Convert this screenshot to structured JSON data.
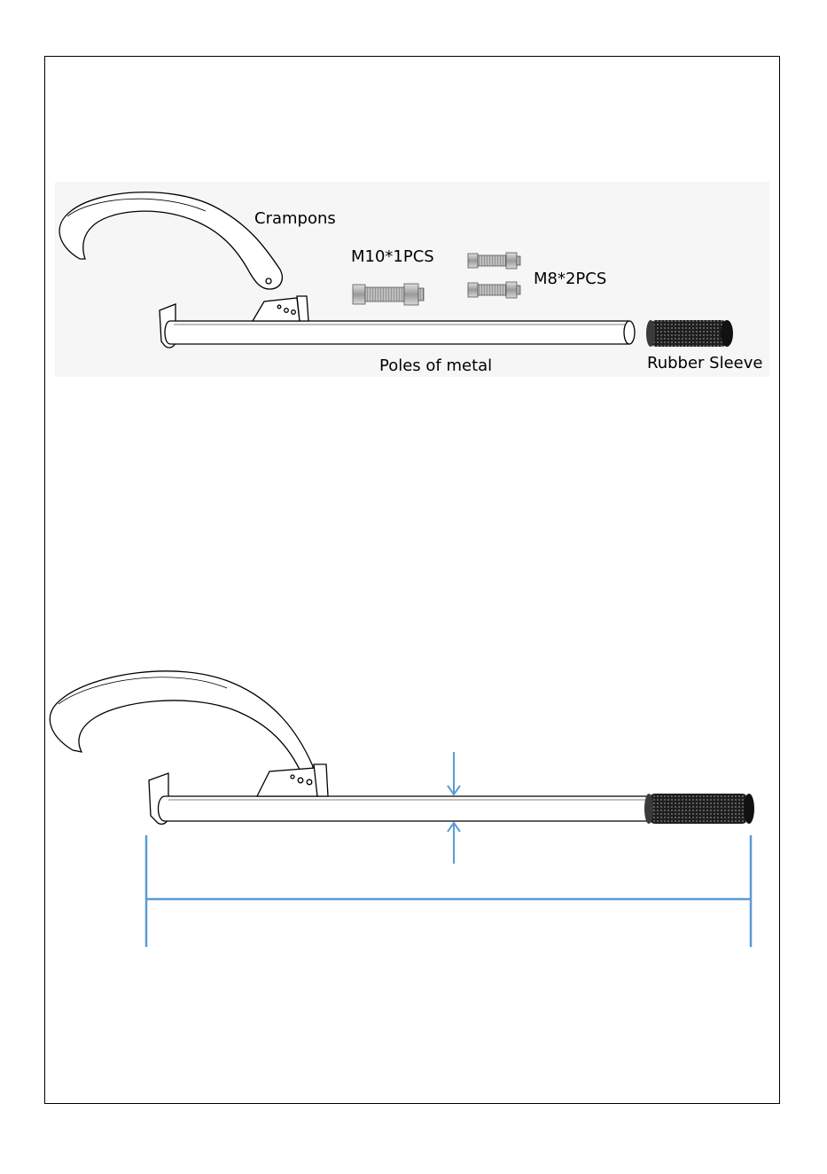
{
  "labels": {
    "crampons": "Crampons",
    "m10": "M10*1PCS",
    "m8": "M8*2PCS",
    "pole": "Poles of metal",
    "sleeve": "Rubber Sleeve"
  },
  "colors": {
    "line": "#000000",
    "dimension": "#5b9bd5",
    "sleeve_dark": "#1a1a1a",
    "bolt_gray": "#b8b8b8",
    "panel_bg": "#f4f4f4"
  }
}
